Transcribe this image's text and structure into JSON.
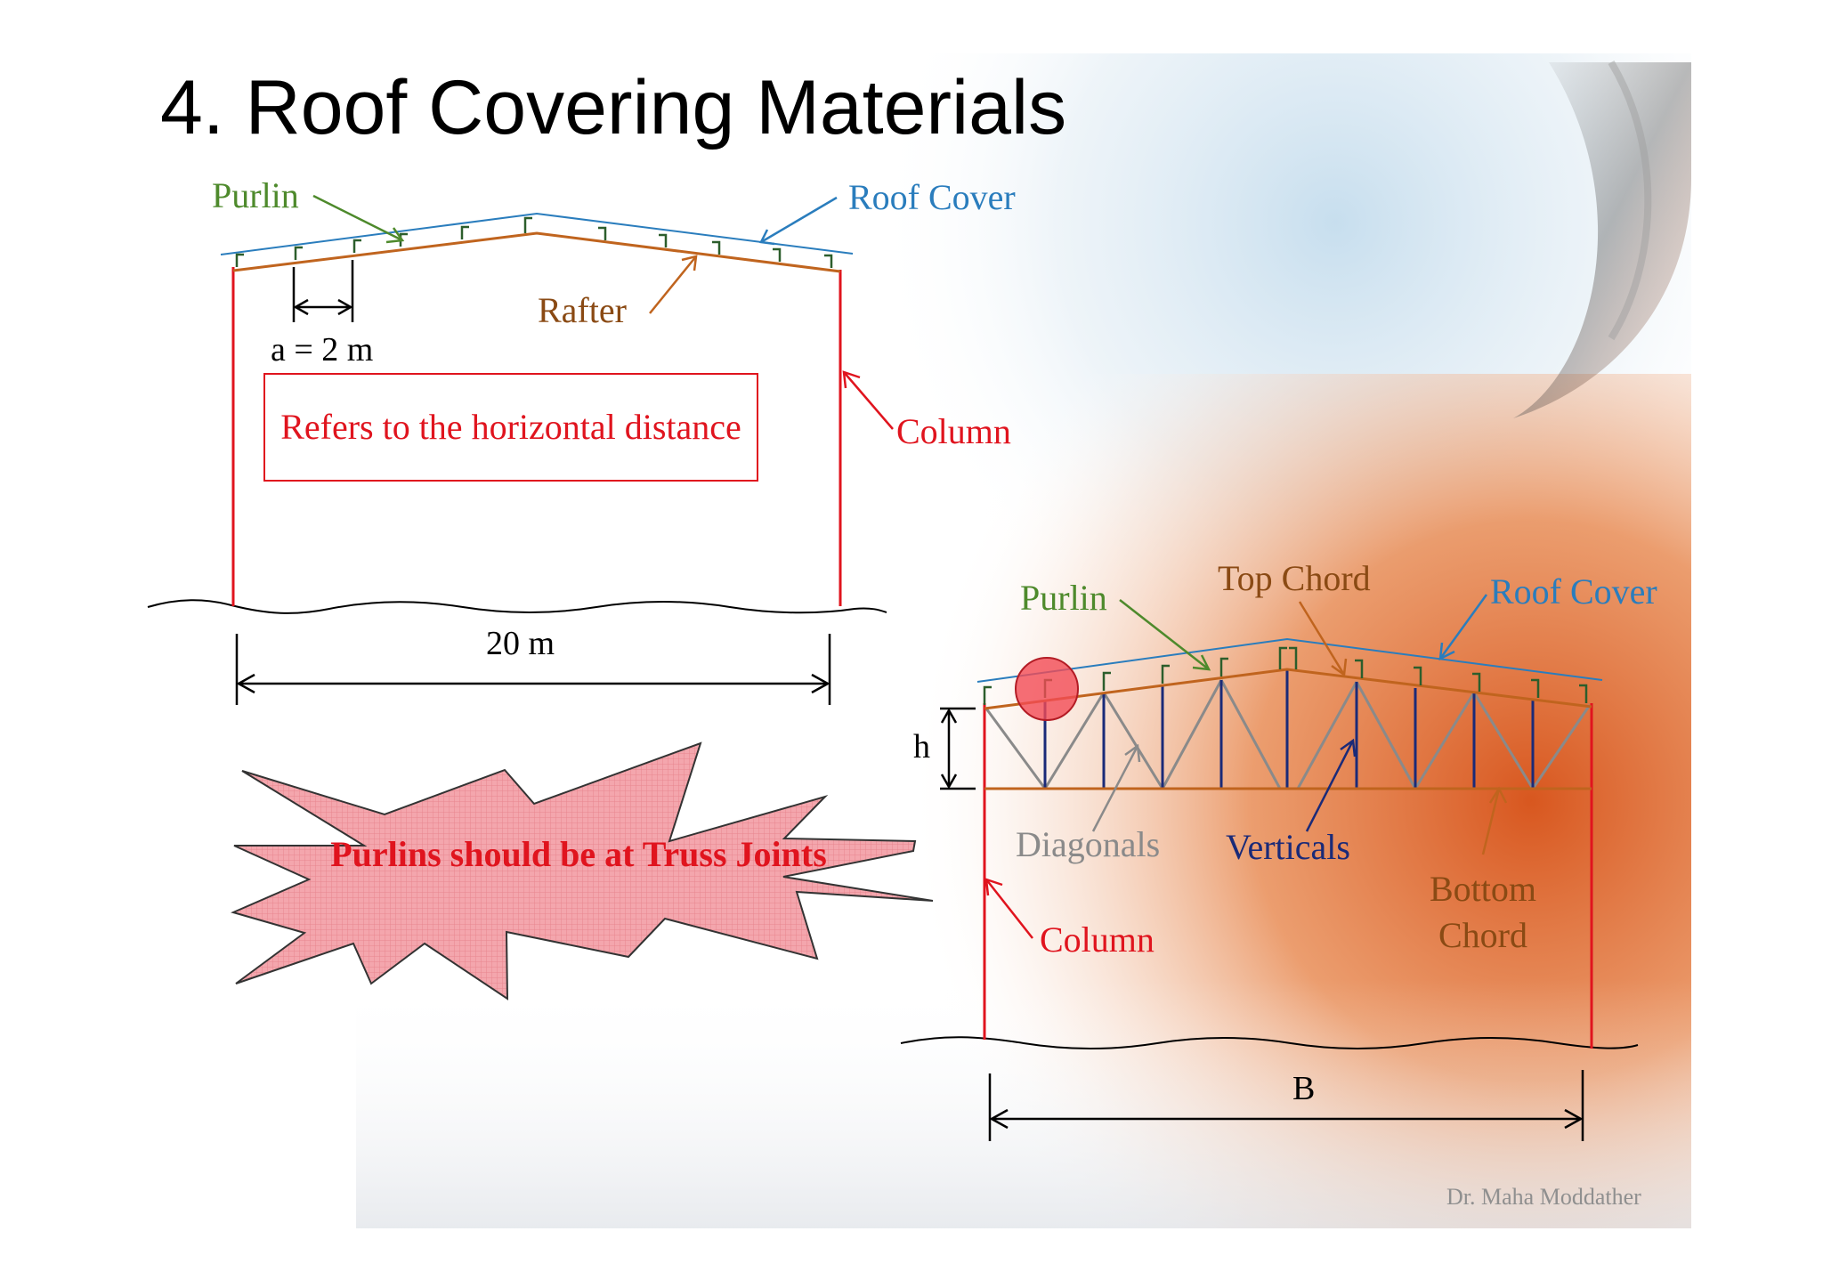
{
  "slide": {
    "title": "4. Roof Covering Materials",
    "footer": "Dr. Maha Moddather"
  },
  "diagram_rafter": {
    "purlin_label": "Purlin",
    "roof_cover_label": "Roof Cover",
    "rafter_label": "Rafter",
    "spacing_label": "a = 2 m",
    "note_text": "Refers to the horizontal distance",
    "column_label": "Column",
    "span_label": "20 m"
  },
  "callout": {
    "text": "Purlins should be at Truss Joints"
  },
  "diagram_truss": {
    "purlin_label": "Purlin",
    "top_chord_label": "Top Chord",
    "roof_cover_label": "Roof Cover",
    "height_label": "h",
    "diagonals_label": "Diagonals",
    "verticals_label": "Verticals",
    "bottom_chord_label": "Bottom Chord",
    "column_label": "Column",
    "span_label": "B"
  },
  "colors": {
    "purlin": "#4e8a2c",
    "roof_cover": "#2a7dbd",
    "rafter": "#c0641e",
    "column": "#e0141e",
    "diagonals": "#8a8a8a",
    "verticals": "#1a2a78"
  }
}
